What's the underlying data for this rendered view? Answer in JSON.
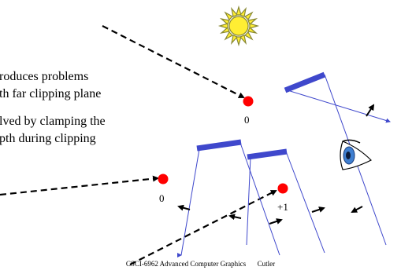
{
  "bullets": [
    "roduces problems",
    "th far clipping plane",
    "lved by clamping the",
    "pth during clipping"
  ],
  "labels": {
    "zero_right": "0",
    "zero_left": "0",
    "plus_one": "+1"
  },
  "footer": {
    "course": "CSCI-6962 Advanced Computer Graphics",
    "author": "Cutler"
  },
  "colors": {
    "light_ray": "#3f48cc",
    "occluder": "#3f48cc",
    "point": "#ff0000",
    "sun_fill": "#ffee33",
    "sun_outline": "#888833"
  },
  "icons": [
    "sun-icon",
    "eye-icon"
  ]
}
